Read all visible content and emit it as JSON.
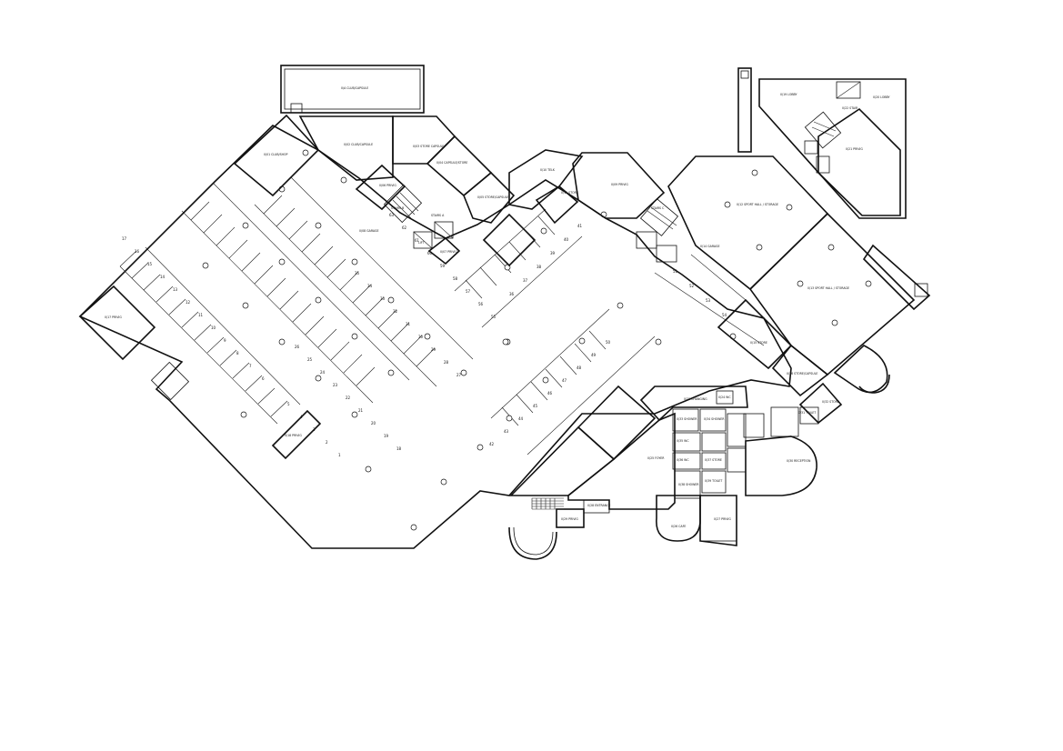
{
  "colors": {
    "parking": "#ece6c6",
    "yellow": "#fbe08a",
    "cyan": "#6ddfdf",
    "green": "#9ab75b",
    "red": "#d94d1e",
    "wall": "#111111"
  },
  "labels": {
    "top_block": "0/A\nCLUB/CAPSULE",
    "upper_left_room": "0/01\nCLUB/SHOP",
    "upper_room_a": "0/02\nCLUB/CAPSULE",
    "upper_room_b": "0/03\nSTORE\nCAPSULE",
    "upper_room_c": "0/04\nCAPSULE/STORE",
    "upper_room_d": "0/05\nSTORE/CAPSULE",
    "yellow_left": "0/06\nPRIVIG",
    "stair_b": "STAIRS B",
    "stair_a": "STAIRS A",
    "lift": "LIFT",
    "yellow_mid": "0/07\nPRIVIG",
    "parking_label": "0/08\nGARAGE",
    "yellow_upper": "0/09\nPRIVIG",
    "small_room_a": "0/10\nTELK",
    "small_room_b": "0/11\nSTORE",
    "stair_c": "STAIRS C",
    "yellow_hall_1": "0/12\nSPORT HALL / STORAGE",
    "yellow_hall_2": "0/13\nSPORT HALL / STORAGE",
    "garage_small": "0/14\nGARAGE",
    "right_room_a": "0/15\nSTORE",
    "right_room_b": "0/16\nSTORE/CAPSULE",
    "left_room": "0/17\nPRIVIG",
    "red_room": "0/18\nPRIVIG",
    "pool_room_a": "0/19\nLOBBY",
    "pool_room_b": "0/20\nLOBBY",
    "pool": "0/21\nPRIVIG",
    "pool_stair": "0/22\nSTAIR",
    "green_top": "0/23\nCHANGING",
    "green_small": "0/24\nWC",
    "cyan_main": "0/25\nFOYER",
    "cyan_round": "0/26\nCAFE",
    "cyan_bottom": "0/27\nPRIVIG",
    "green_bottom": "0/28\nENTRANCE",
    "green_bottom_b": "0/29\nPRIVIG",
    "round_right": "0/30\nRECEPTION",
    "small_right_a": "0/31\nTOILET",
    "small_right_b": "0/32\nSTORE",
    "green_r1": "0/33\nSHOWER",
    "green_r2": "0/34\nSHOWER",
    "green_r3": "0/35\nWC",
    "green_r4": "0/36\nWC",
    "green_r5": "0/37\nSTORE",
    "green_r6": "0/38\nSHOWER",
    "green_r7": "0/39\nTOILET"
  },
  "parking_numbers": [
    "1",
    "2",
    "3",
    "4",
    "5",
    "6",
    "7",
    "8",
    "9",
    "10",
    "11",
    "12",
    "13",
    "14",
    "15",
    "16",
    "17",
    "18",
    "19",
    "20",
    "21",
    "22",
    "23",
    "24",
    "25",
    "26",
    "27",
    "28",
    "29",
    "30",
    "31",
    "32",
    "33",
    "34",
    "35",
    "36",
    "37",
    "38",
    "39",
    "40",
    "41",
    "42",
    "43",
    "44",
    "45",
    "46",
    "47",
    "48",
    "49",
    "50",
    "51",
    "52",
    "53",
    "54",
    "55",
    "56",
    "57",
    "58",
    "59",
    "60",
    "61",
    "62",
    "63"
  ]
}
